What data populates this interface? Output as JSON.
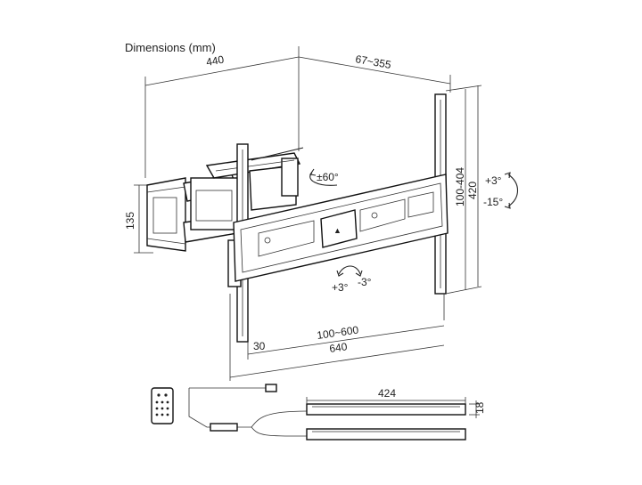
{
  "title": "Dimensions (mm)",
  "dimensions": {
    "depth_top": "440",
    "extension": "67~355",
    "arm_height": "135",
    "vesa_v": "100-404",
    "plate_h": "420",
    "vesa_h": "100~600",
    "plate_w": "640",
    "offset": "30",
    "bar_len": "424",
    "bar_h": "18"
  },
  "rotation": {
    "swivel": "±60°",
    "level_plus": "+3°",
    "level_minus": "-3°",
    "tilt_up": "+3°",
    "tilt_down": "-15°"
  },
  "colors": {
    "line": "#222222",
    "background": "#ffffff"
  }
}
